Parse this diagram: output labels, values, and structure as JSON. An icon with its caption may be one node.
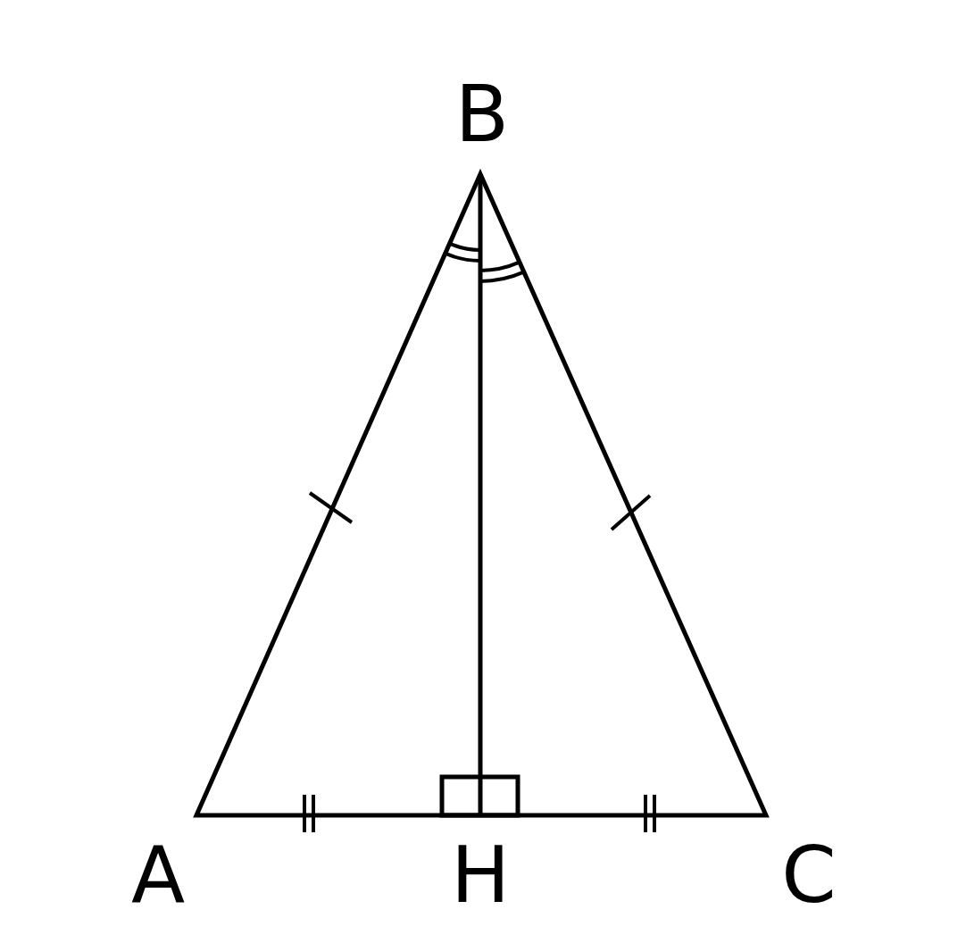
{
  "diagram": {
    "labels": [
      "B",
      "A",
      "H",
      "C"
    ]
  }
}
